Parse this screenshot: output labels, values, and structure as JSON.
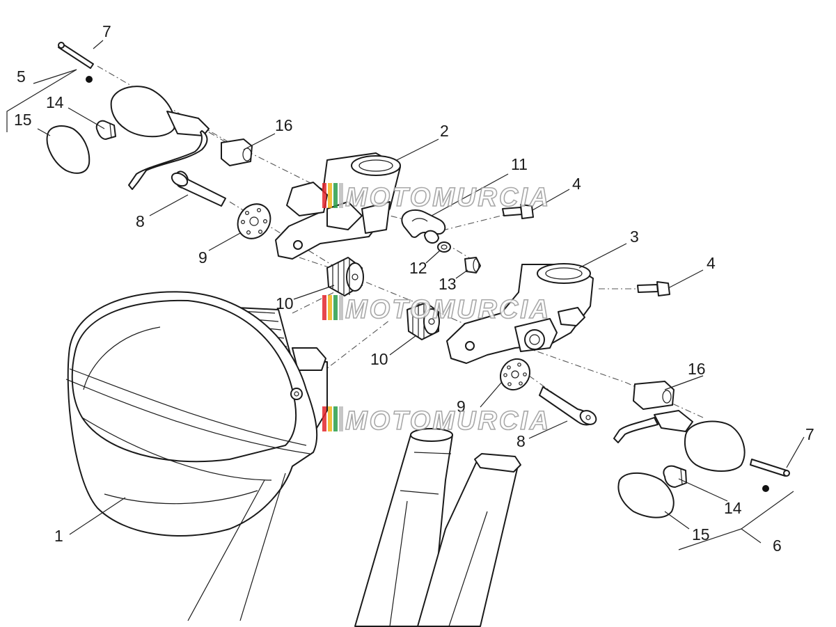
{
  "watermark": {
    "text": "MOTOMURCIA",
    "stripe_colors": [
      "#e3262d",
      "#f2b21b",
      "#2a9e49",
      "#bdbdbd"
    ]
  },
  "callouts": {
    "c1": "1",
    "c2": "2",
    "c3": "3",
    "c4a": "4",
    "c4b": "4",
    "c5": "5",
    "c6": "6",
    "c7a": "7",
    "c7b": "7",
    "c8a": "8",
    "c8b": "8",
    "c9a": "9",
    "c9b": "9",
    "c10a": "10",
    "c10b": "10",
    "c11": "11",
    "c12": "12",
    "c13": "13",
    "c14a": "14",
    "c14b": "14",
    "c15a": "15",
    "c15b": "15",
    "c16a": "16",
    "c16b": "16"
  }
}
